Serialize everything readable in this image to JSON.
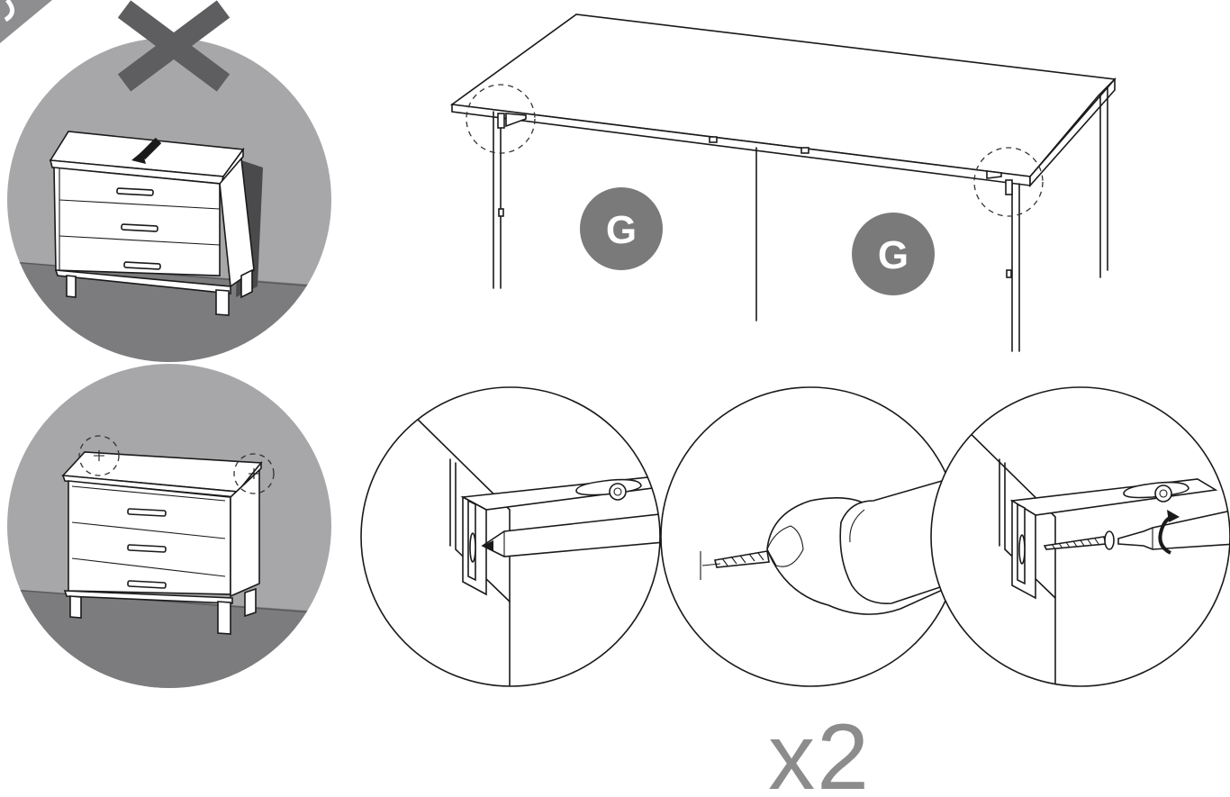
{
  "step": {
    "part_label_left": "G",
    "part_label_right": "G",
    "quantity": "x2"
  },
  "colors": {
    "circle_gray": "#a7a7a9",
    "floor_gray": "#7c7c7e",
    "badge_gray": "#7a7a7a",
    "warning_cross": "#5e5e60",
    "quantity_text": "#8c8c8c"
  },
  "icons": {
    "warning": "cross-icon",
    "rotate": "rotate-arrow-icon"
  }
}
